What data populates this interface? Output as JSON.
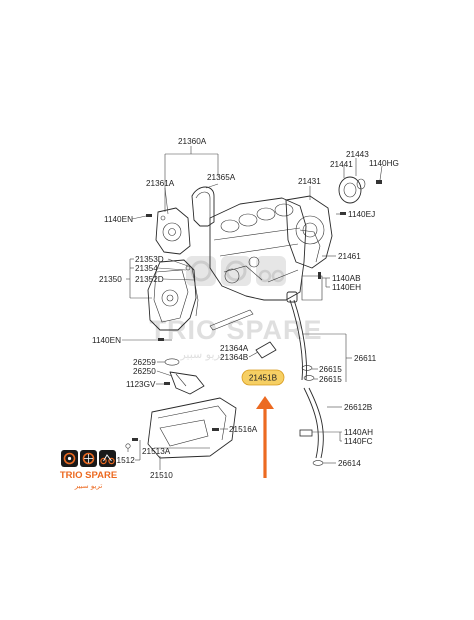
{
  "colors": {
    "highlight_fill": "#f6cf63",
    "highlight_stroke": "#d79a1c",
    "arrow": "#ec6a21",
    "logo_orange": "#ec6a21",
    "watermark": "#d8d8d8"
  },
  "parts": {
    "p21360A": "21360A",
    "p21361A": "21361A",
    "p21365A": "21365A",
    "p1140EN_top": "1140EN",
    "p21353D": "21353D",
    "p21354": "21354",
    "p21352D": "21352D",
    "p21350": "21350",
    "p1140EN_bot": "1140EN",
    "p26259": "26259",
    "p26250": "26250",
    "p1123GV": "1123GV",
    "p21364A": "21364A",
    "p21364B": "21364B",
    "p21451B": "21451B",
    "p21516A": "21516A",
    "p21513A": "21513A",
    "p21512": "21512",
    "p21510": "21510",
    "p21443": "21443",
    "p21441": "21441",
    "p1140HG": "1140HG",
    "p21431": "21431",
    "p1140EJ": "1140EJ",
    "p21461": "21461",
    "p1140AB": "1140AB",
    "p1140EH": "1140EH",
    "p26611": "26611",
    "p26615_a": "26615",
    "p26615_b": "26615",
    "p26612B": "26612B",
    "p1140AH": "1140AH",
    "p1140FC": "1140FC",
    "p26614": "26614"
  },
  "logo": {
    "brand": "TRIO SPARE",
    "arabic": "تريو سبير",
    "icons": [
      "gear-icon",
      "wheel-icon",
      "motorcycle-icon"
    ]
  },
  "watermark": {
    "text": "TRIO SPARE",
    "arabic": "تريو سبير"
  }
}
